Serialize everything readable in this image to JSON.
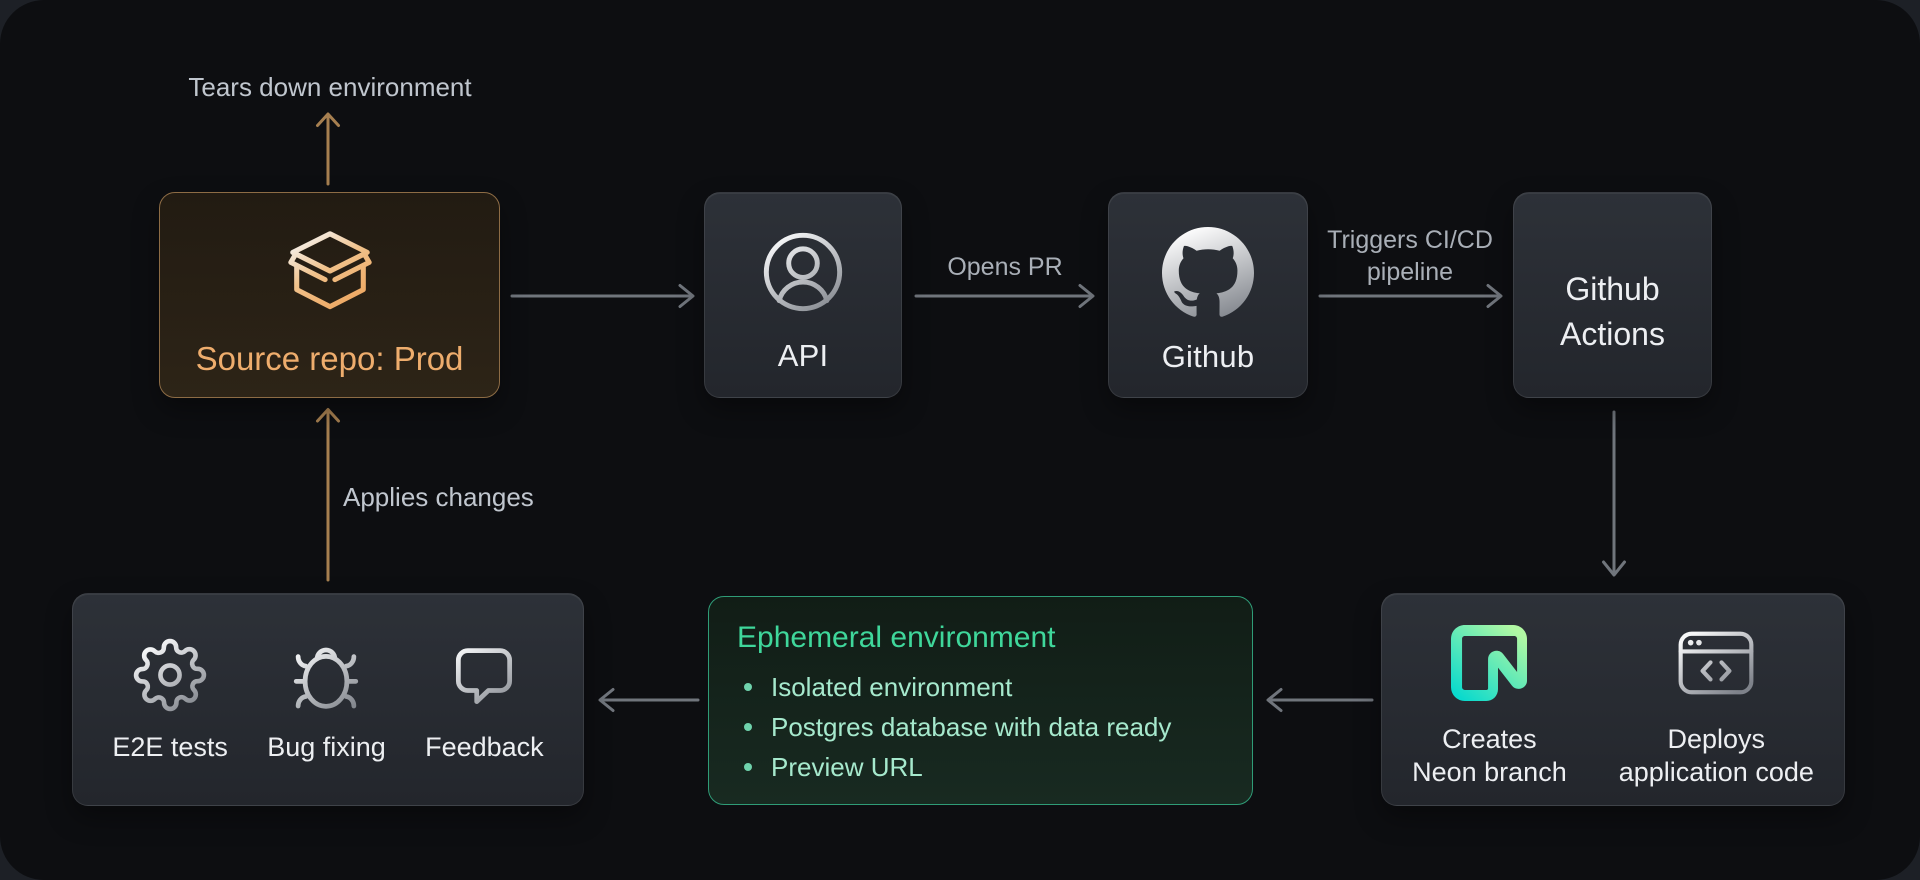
{
  "colors": {
    "canvas_background": "#0d0e11",
    "page_background": "#1d2026",
    "panel_dark": "#282c33",
    "accent_amber": "#eead6d",
    "amber_border": "#8d6c45",
    "accent_green": "#3fd79b",
    "green_border": "#2f9c77",
    "arrow_gray": "#70757c",
    "arrow_amber": "#a67f50",
    "text_primary": "#edeff2",
    "text_secondary": "#a9afb7"
  },
  "annotations": {
    "tears_down": "Tears down environment",
    "applies_changes": "Applies changes",
    "opens_pr": "Opens PR",
    "triggers_cicd_line1": "Triggers CI/CD",
    "triggers_cicd_line2": "pipeline"
  },
  "nodes": {
    "source_repo": {
      "label": "Source repo: Prod",
      "icon": "open-package-icon"
    },
    "api": {
      "label": "API",
      "icon": "user-circle-icon"
    },
    "github": {
      "label": "Github",
      "icon": "github-octocat-icon"
    },
    "github_actions": {
      "label_line1": "Github",
      "label_line2": "Actions"
    },
    "pipeline_outputs": {
      "items": [
        {
          "icon": "neon-logo-icon",
          "label_line1": "Creates",
          "label_line2": "Neon branch"
        },
        {
          "icon": "browser-code-icon",
          "label_line1": "Deploys",
          "label_line2": "application code"
        }
      ]
    },
    "ephemeral_environment": {
      "title": "Ephemeral environment",
      "bullets": [
        "Isolated environment",
        "Postgres database with data ready",
        "Preview URL"
      ]
    },
    "dev_loop": {
      "items": [
        {
          "icon": "gear-icon",
          "label": "E2E tests"
        },
        {
          "icon": "bug-icon",
          "label": "Bug fixing"
        },
        {
          "icon": "speech-bubble-icon",
          "label": "Feedback"
        }
      ]
    }
  }
}
